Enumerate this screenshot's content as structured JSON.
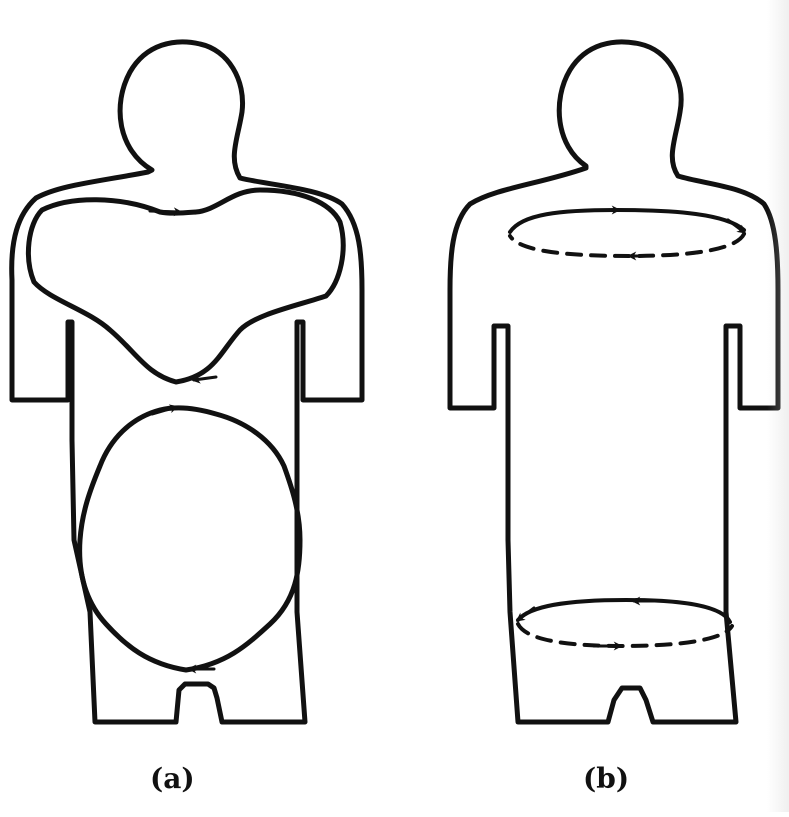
{
  "panels": [
    {
      "id": "a",
      "caption": "(a)"
    },
    {
      "id": "b",
      "caption": "(b)"
    }
  ],
  "colors": {
    "stroke": "#111111",
    "background": "#ffffff"
  }
}
